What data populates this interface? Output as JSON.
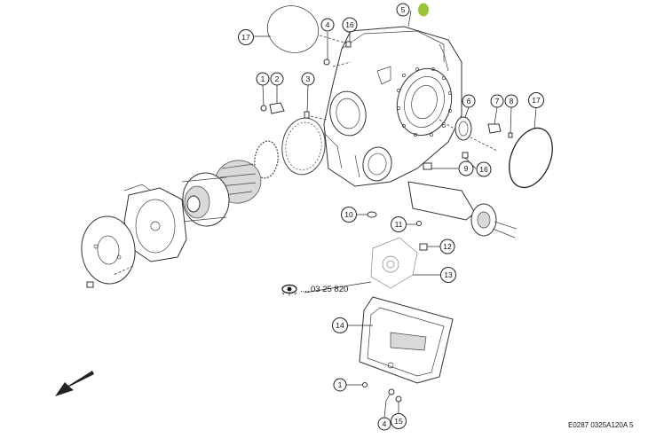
{
  "diagram": {
    "drawing_code": "E0287 0325A120A 5",
    "cross_reference": "03 25 820",
    "marker_color": "#9cc43a",
    "direction_arrow_icon": "arrow-down-left-icon",
    "eye_icon": "eye-icon",
    "callouts": {
      "c17a": "17",
      "c4a": "4",
      "c16a": "16",
      "c5": "5",
      "c1a": "1",
      "c2": "2",
      "c3": "3",
      "c6": "6",
      "c7": "7",
      "c8": "8",
      "c17b": "17",
      "c9": "9",
      "c16b": "16",
      "c10": "10",
      "c11": "11",
      "c12": "12",
      "c13": "13",
      "c14": "14",
      "c1b": "1",
      "c4b": "4",
      "c15": "15"
    }
  }
}
